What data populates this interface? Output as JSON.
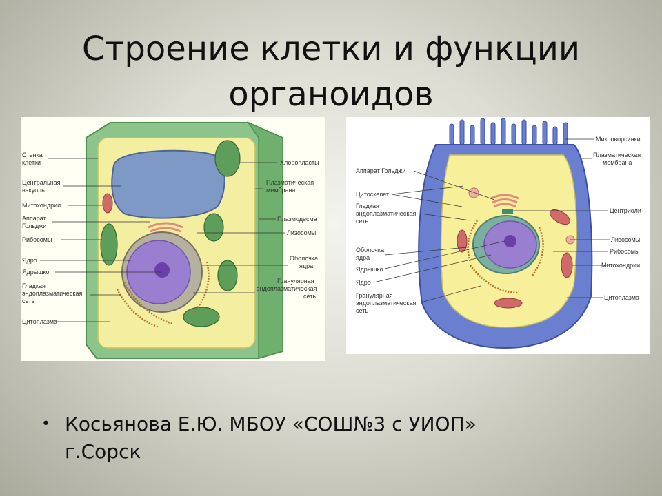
{
  "slide": {
    "title_line1": "Строение клетки и функции",
    "title_line2": "органоидов",
    "bullet": "•",
    "author_line1": "Косьянова Е.Ю. МБОУ  «СОШ№3 с УИОП»",
    "author_line2": "г.Сорск"
  },
  "plant_cell": {
    "left_labels": [
      "Стенка",
      "клетки",
      "Центральная",
      "вакуоль",
      "Митохондрии",
      "Аппарат",
      "Гольджи",
      "Рибосомы",
      "Ядро",
      "Ядрышко",
      "Гладкая",
      "эндоплазматическая",
      "сеть",
      "Цитоплазма"
    ],
    "right_labels": [
      "Хлоропласты",
      "Плазматическая",
      "мембрана",
      "Плазмодесма",
      "Лизосомы",
      "Оболочка",
      "ядра",
      "Гранулярная",
      "эндоплазматическая",
      "сеть"
    ]
  },
  "animal_cell": {
    "left_labels": [
      "Аппарат Гольджи",
      "Цитоскелет",
      "Гладкая",
      "эндоплазматическая",
      "сеть",
      "Оболочка",
      "ядра",
      "Ядрышко",
      "Ядро",
      "Гранулярная",
      "эндоплазматическая",
      "сеть"
    ],
    "right_labels": [
      "Микроворсинки",
      "Плазматическая",
      "мембрана",
      "Центриоли",
      "Лизосомы",
      "Рибосомы",
      "Митохондрии",
      "Цитоплазма"
    ]
  },
  "colors": {
    "cell_wall": "#8cc48c",
    "cytoplasm": "#f4eea0",
    "vacuole": "#7f99c6",
    "nucleus": "#9a7fd0",
    "chloroplast": "#5e9e5a",
    "membrane_blue": "#6a7fd0"
  }
}
